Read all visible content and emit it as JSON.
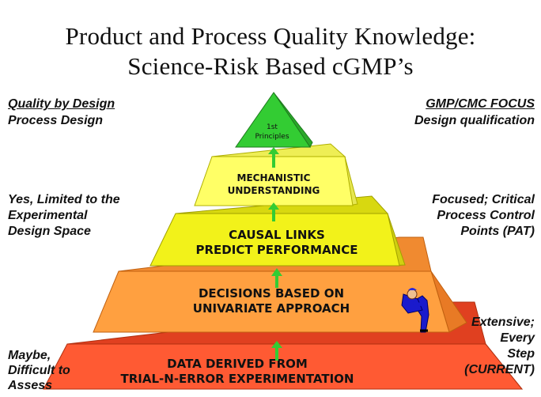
{
  "title": {
    "line1": "Product and Process Quality Knowledge:",
    "line2": "Science-Risk Based cGMP’s"
  },
  "left": {
    "heading": "Quality by Design",
    "subheading": "Process Design",
    "middle_line1": "Yes, Limited to the",
    "middle_line2": "Experimental",
    "middle_line3": "Design Space",
    "bottom_line1": "Maybe,",
    "bottom_line2": "Difficult to",
    "bottom_line3": "Assess"
  },
  "right": {
    "heading": "GMP/CMC FOCUS",
    "subheading": "Design qualification",
    "middle_line1": "Focused; Critical",
    "middle_line2": "Process Control",
    "middle_line3": "Points (PAT)",
    "bottom_line1": "Extensive;",
    "bottom_line2": "Every",
    "bottom_line3": "Step",
    "bottom_line4": "(CURRENT)"
  },
  "pyramid": {
    "tier1_line1": "1st",
    "tier1_line2": "Principles",
    "tier2_line1": "MECHANISTIC",
    "tier2_line2": "UNDERSTANDING",
    "tier3_line1": "CAUSAL LINKS",
    "tier3_line2": "PREDICT PERFORMANCE",
    "tier4_line1": "DECISIONS BASED ON",
    "tier4_line2": "UNIVARIATE APPROACH",
    "tier5_line1": "DATA DERIVED FROM",
    "tier5_line2": "TRIAL-N-ERROR EXPERIMENTATION"
  },
  "colors": {
    "tier1": "#33cc33",
    "tier2": "#ffff66",
    "tier3": "#f2f21a",
    "tier4": "#ffa040",
    "tier5": "#ff5a33",
    "arrow": "#33cc33",
    "climber": "#1a1acc"
  },
  "icons": {
    "climber": "person-climbing-icon",
    "arrows": "up-arrow-icon"
  }
}
